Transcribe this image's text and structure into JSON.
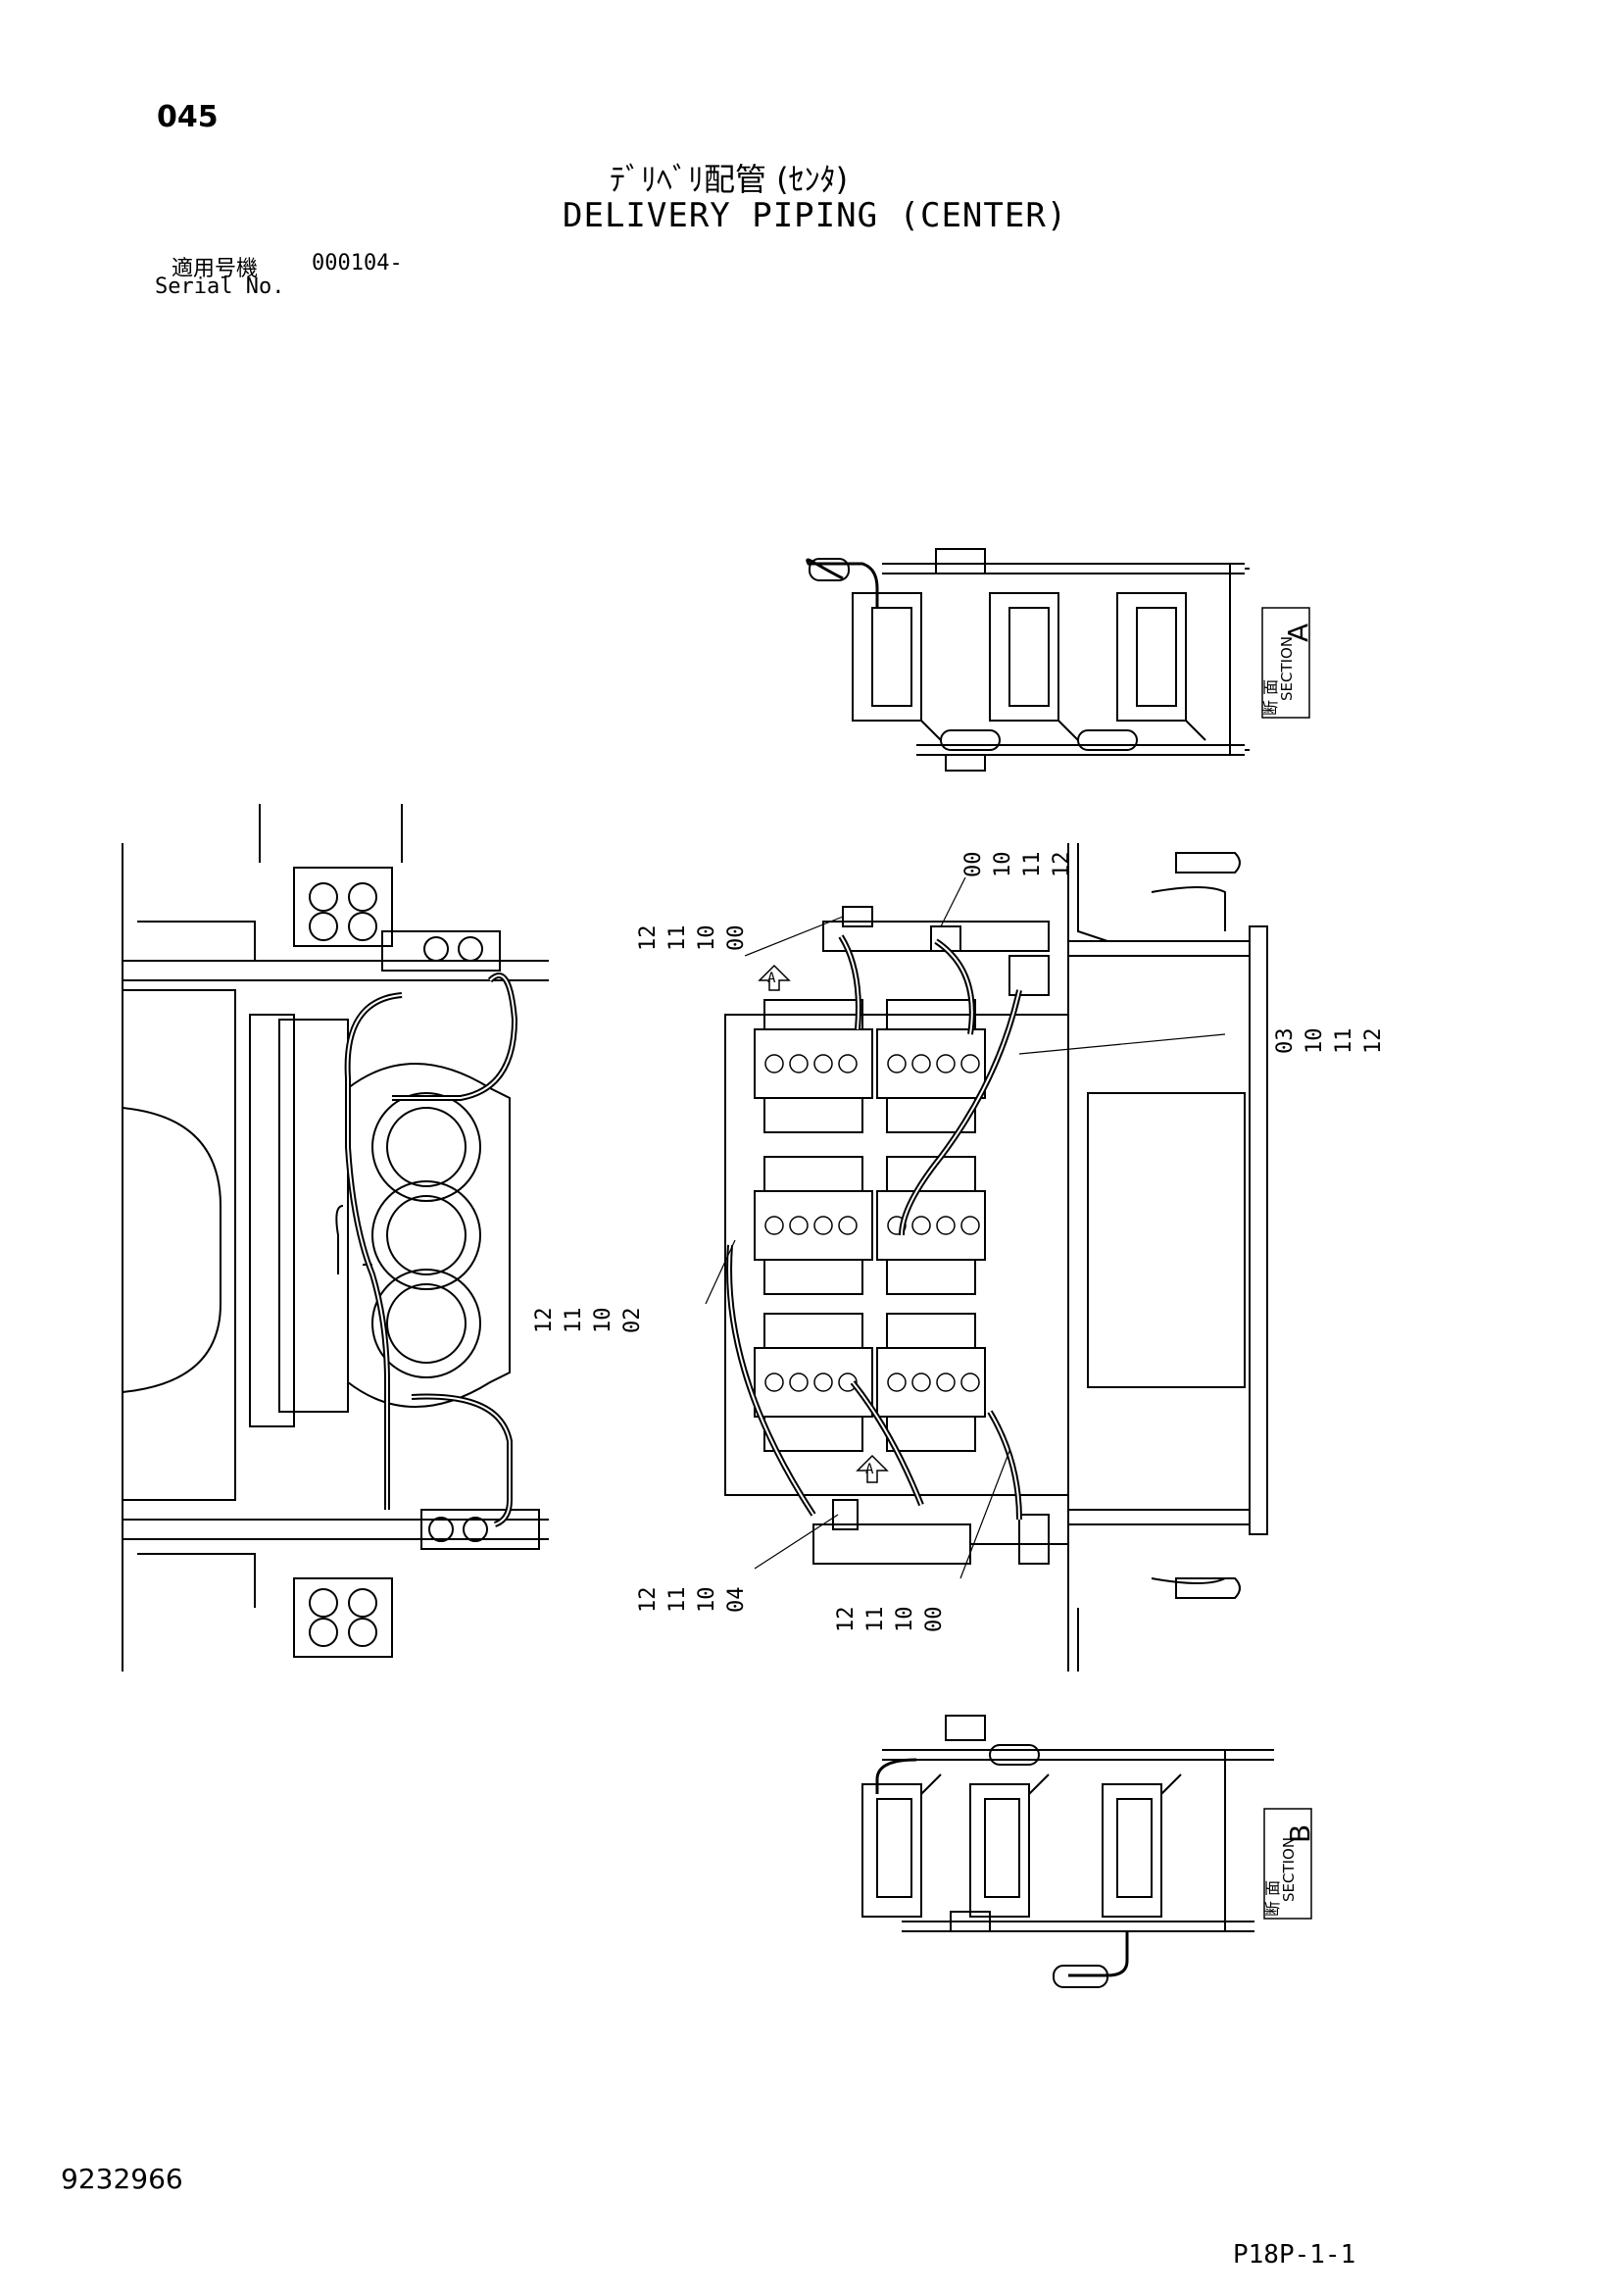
{
  "header": {
    "page_number": "045",
    "title_jp": "ﾃﾞﾘﾍﾞﾘ配管 (ｾﾝﾀ)",
    "title_en": "DELIVERY PIPING (CENTER)",
    "serial_label_jp": "適用号機",
    "serial_value": "000104-",
    "serial_label_en": "Serial No."
  },
  "sections": {
    "a": {
      "jp": "断 面",
      "en": "SECTION",
      "letter": "A"
    },
    "b": {
      "jp": "断 面",
      "en": "SECTION",
      "letter": "B"
    }
  },
  "arrows": {
    "a": "A",
    "b": "A"
  },
  "callouts": {
    "top_right": [
      "00",
      "10",
      "11",
      "12"
    ],
    "top_left": [
      "12",
      "11",
      "10",
      "00"
    ],
    "right_mid": [
      "03",
      "10",
      "11",
      "12"
    ],
    "left_mid": [
      "12",
      "11",
      "10",
      "02"
    ],
    "bottom_a": [
      "12",
      "11",
      "10",
      "04"
    ],
    "bottom_b": [
      "12",
      "11",
      "10",
      "00"
    ]
  },
  "footer": {
    "document_number": "9232966",
    "sheet_reference": "P18P-1-1"
  }
}
